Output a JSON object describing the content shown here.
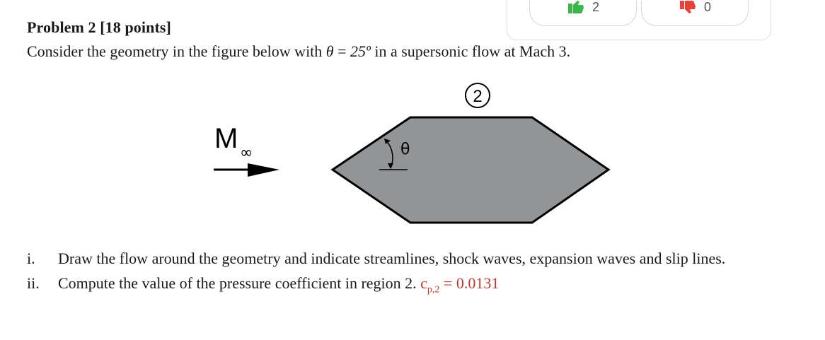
{
  "votes": {
    "up_count": "2",
    "down_count": "0",
    "up_color": "#3cb54a",
    "down_color": "#e8403a"
  },
  "problem": {
    "title": "Problem 2 [18 points]",
    "intro_before": "Consider the geometry in the figure below with ",
    "theta_symbol": "θ",
    "intro_equals": " = ",
    "theta_value": "25º",
    "intro_after": " in a supersonic flow at Mach 3."
  },
  "figure": {
    "region_label": "2",
    "mach_letter": "M",
    "mach_subscript": "∞",
    "angle_label": "θ",
    "body_fill": "#939496"
  },
  "questions": [
    {
      "number": "i.",
      "text": "Draw the flow around the geometry and indicate streamlines, shock waves, expansion waves and slip lines."
    },
    {
      "number": "ii.",
      "text": "Compute the value of the pressure coefficient in region 2. ",
      "answer_symbol": "c",
      "answer_subscript": "p,2",
      "answer_value": " = 0.0131"
    }
  ]
}
